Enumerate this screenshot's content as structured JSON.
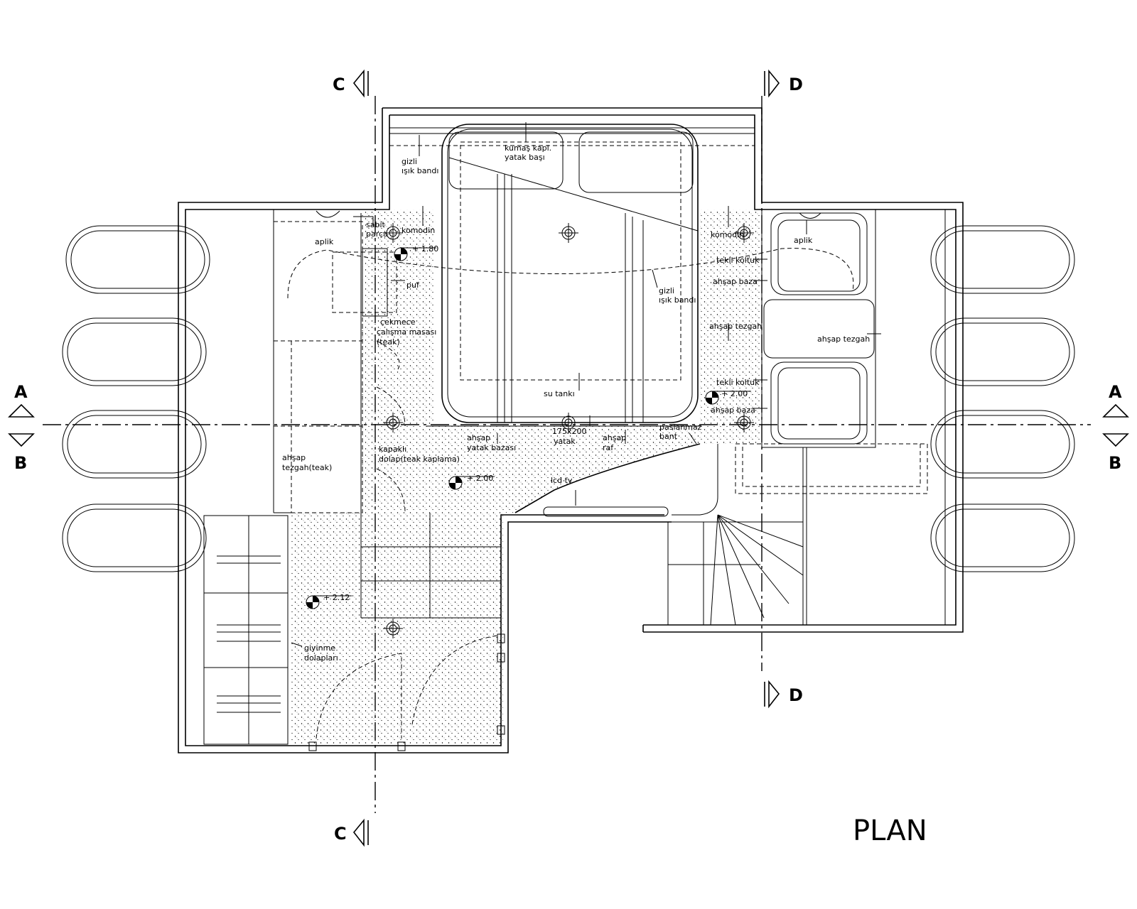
{
  "title": "PLAN",
  "sections": {
    "c_top": "C",
    "c_bottom": "C",
    "d_top": "D",
    "d_bottom": "D",
    "a_left": "A",
    "b_left": "B",
    "a_right": "A",
    "b_right": "B"
  },
  "labels": {
    "kumas_kapl": "kumaş kapl.",
    "yatak_basi": "yatak başı",
    "gizli_1": "gizli",
    "isik_bandi_1": "ışık bandı",
    "sabit": "sabit",
    "parca": "parça",
    "komodin_left": "komodin",
    "komodin_right": "komodin",
    "aplik_left": "aplik",
    "aplik_right": "aplik",
    "level_180": "+ 1.80",
    "puf": "puf",
    "gizli_2": "gizli",
    "isik_bandi_2": "ışık bandı",
    "tekli_koltuk_1": "tekli koltuk",
    "ahsap_baza_1": "ahşap baza",
    "ahsap_tezgah_1": "ahşap tezgah",
    "ahsap_tezgah_2": "ahşap tezgah",
    "cekmece": "çekmece",
    "calisma_masasi": "çalışma masası",
    "teak": "(teak)",
    "su_tanki": "su tankı",
    "tekli_koltuk_2": "tekli koltuk",
    "level_200_right": "+ 2.00",
    "ahsap_baza_2": "ahşap baza",
    "yatak_size": "175x200",
    "yatak": "yatak",
    "paslanmaz": "paslanmaz",
    "bant": "bant",
    "ahsap_yb_1": "ahşap",
    "ahsap_yb_2": "yatak bazası",
    "ahsap_raf_1": "ahşap",
    "ahsap_raf_2": "raf",
    "kapakli_1": "kapaklı",
    "kapakli_2": "dolap(teak kaplama)",
    "ahsap_tez_teak_1": "ahşap",
    "ahsap_tez_teak_2": "tezgah(teak)",
    "level_200_mid": "+ 2.00",
    "lcd_tv": "lcd tv",
    "level_212": "+ 2.12",
    "giyinme_1": "giyinme",
    "giyinme_2": "dolapları"
  }
}
